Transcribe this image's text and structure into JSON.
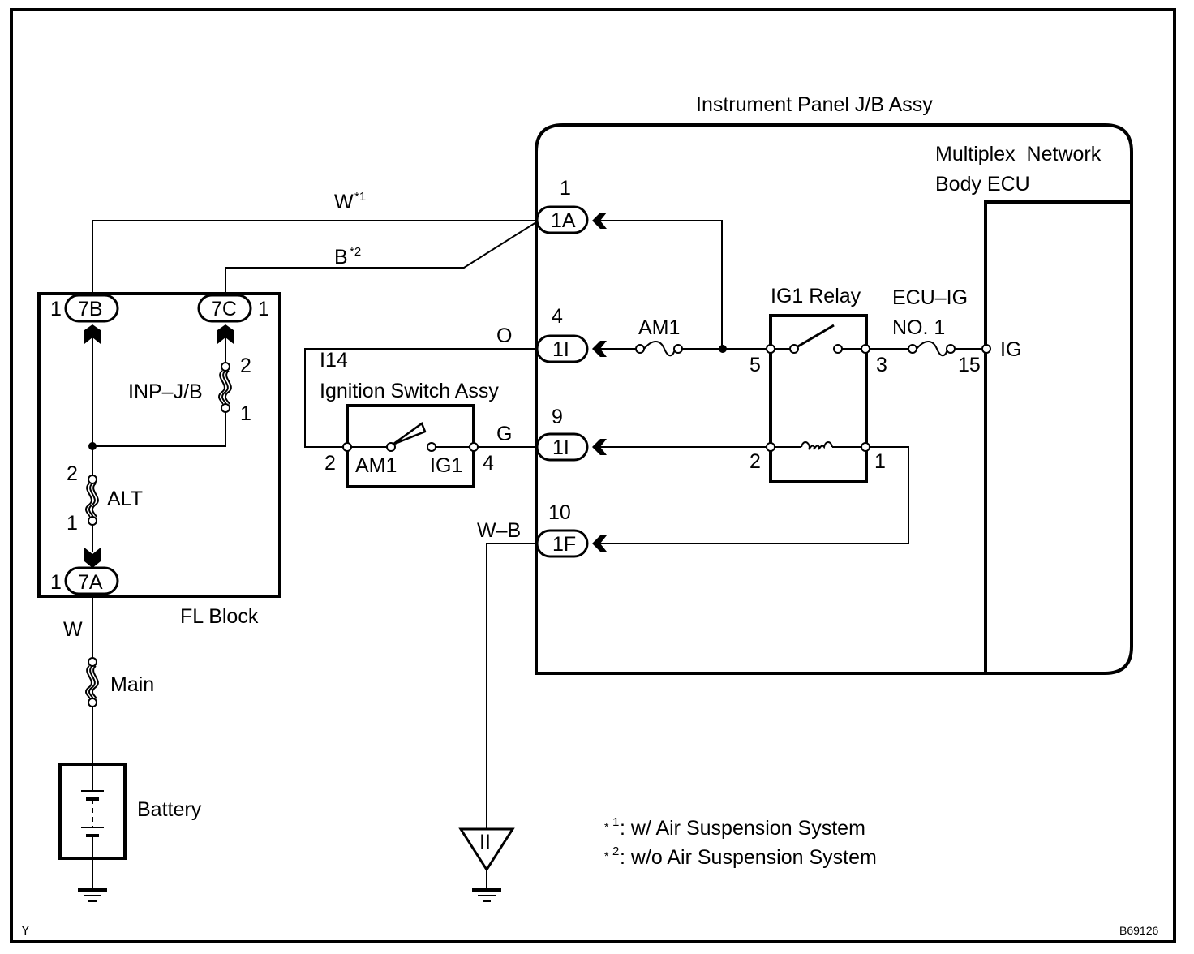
{
  "diagram": {
    "figure_id": "B69126",
    "corner_mark": "Y",
    "colors": {
      "line": "#000000",
      "background": "#ffffff"
    },
    "components": {
      "instrument_panel": {
        "title": "Instrument Panel J/B Assy"
      },
      "body_ecu": {
        "line1": "Multiplex  Network",
        "line2": "Body ECU",
        "pin_label": "IG",
        "pin_number": "15"
      },
      "fl_block": {
        "title": "FL Block"
      },
      "ignition_switch": {
        "code": "I14",
        "title": "Ignition Switch Assy",
        "pin_left": "2",
        "pin_right": "4",
        "contact_left": "AM1",
        "contact_right": "IG1"
      },
      "ig1_relay": {
        "title": "IG1 Relay",
        "pin5": "5",
        "pin3": "3",
        "pin2": "2",
        "pin1": "1"
      },
      "battery": {
        "title": "Battery"
      }
    },
    "fuses": {
      "inp_jb": {
        "name": "INP–J/B",
        "pin_top": "2",
        "pin_bottom": "1"
      },
      "alt": {
        "name": "ALT",
        "pin_top": "2",
        "pin_bottom": "1"
      },
      "main": {
        "name": "Main"
      },
      "am1": {
        "name": "AM1"
      },
      "ecu_ig": {
        "line1": "ECU–IG",
        "line2": "NO. 1"
      }
    },
    "connectors": {
      "c7B": {
        "code": "7B",
        "pin": "1"
      },
      "c7C": {
        "code": "7C",
        "pin": "1"
      },
      "c7A": {
        "code": "7A",
        "pin": "1"
      },
      "c1A": {
        "code": "1A",
        "pin": "1"
      },
      "c1I_top": {
        "code": "1I",
        "pin": "4"
      },
      "c1I_bottom": {
        "code": "1I",
        "pin": "9"
      },
      "c1F": {
        "code": "1F",
        "pin": "10"
      }
    },
    "wires": {
      "w_star1": {
        "color": "W",
        "note": "*1"
      },
      "b_star2": {
        "color": "B",
        "note": "*2"
      },
      "orange": {
        "color": "O"
      },
      "green": {
        "color": "G"
      },
      "white_battery": {
        "color": "W"
      },
      "ground": {
        "color": "W–B"
      }
    },
    "ground_symbol": {
      "code": "II"
    },
    "notes": [
      {
        "mark": "*",
        "num": "1",
        "text": ": w/ Air Suspension System"
      },
      {
        "mark": "*",
        "num": "2",
        "text": ": w/o Air Suspension System"
      }
    ]
  }
}
